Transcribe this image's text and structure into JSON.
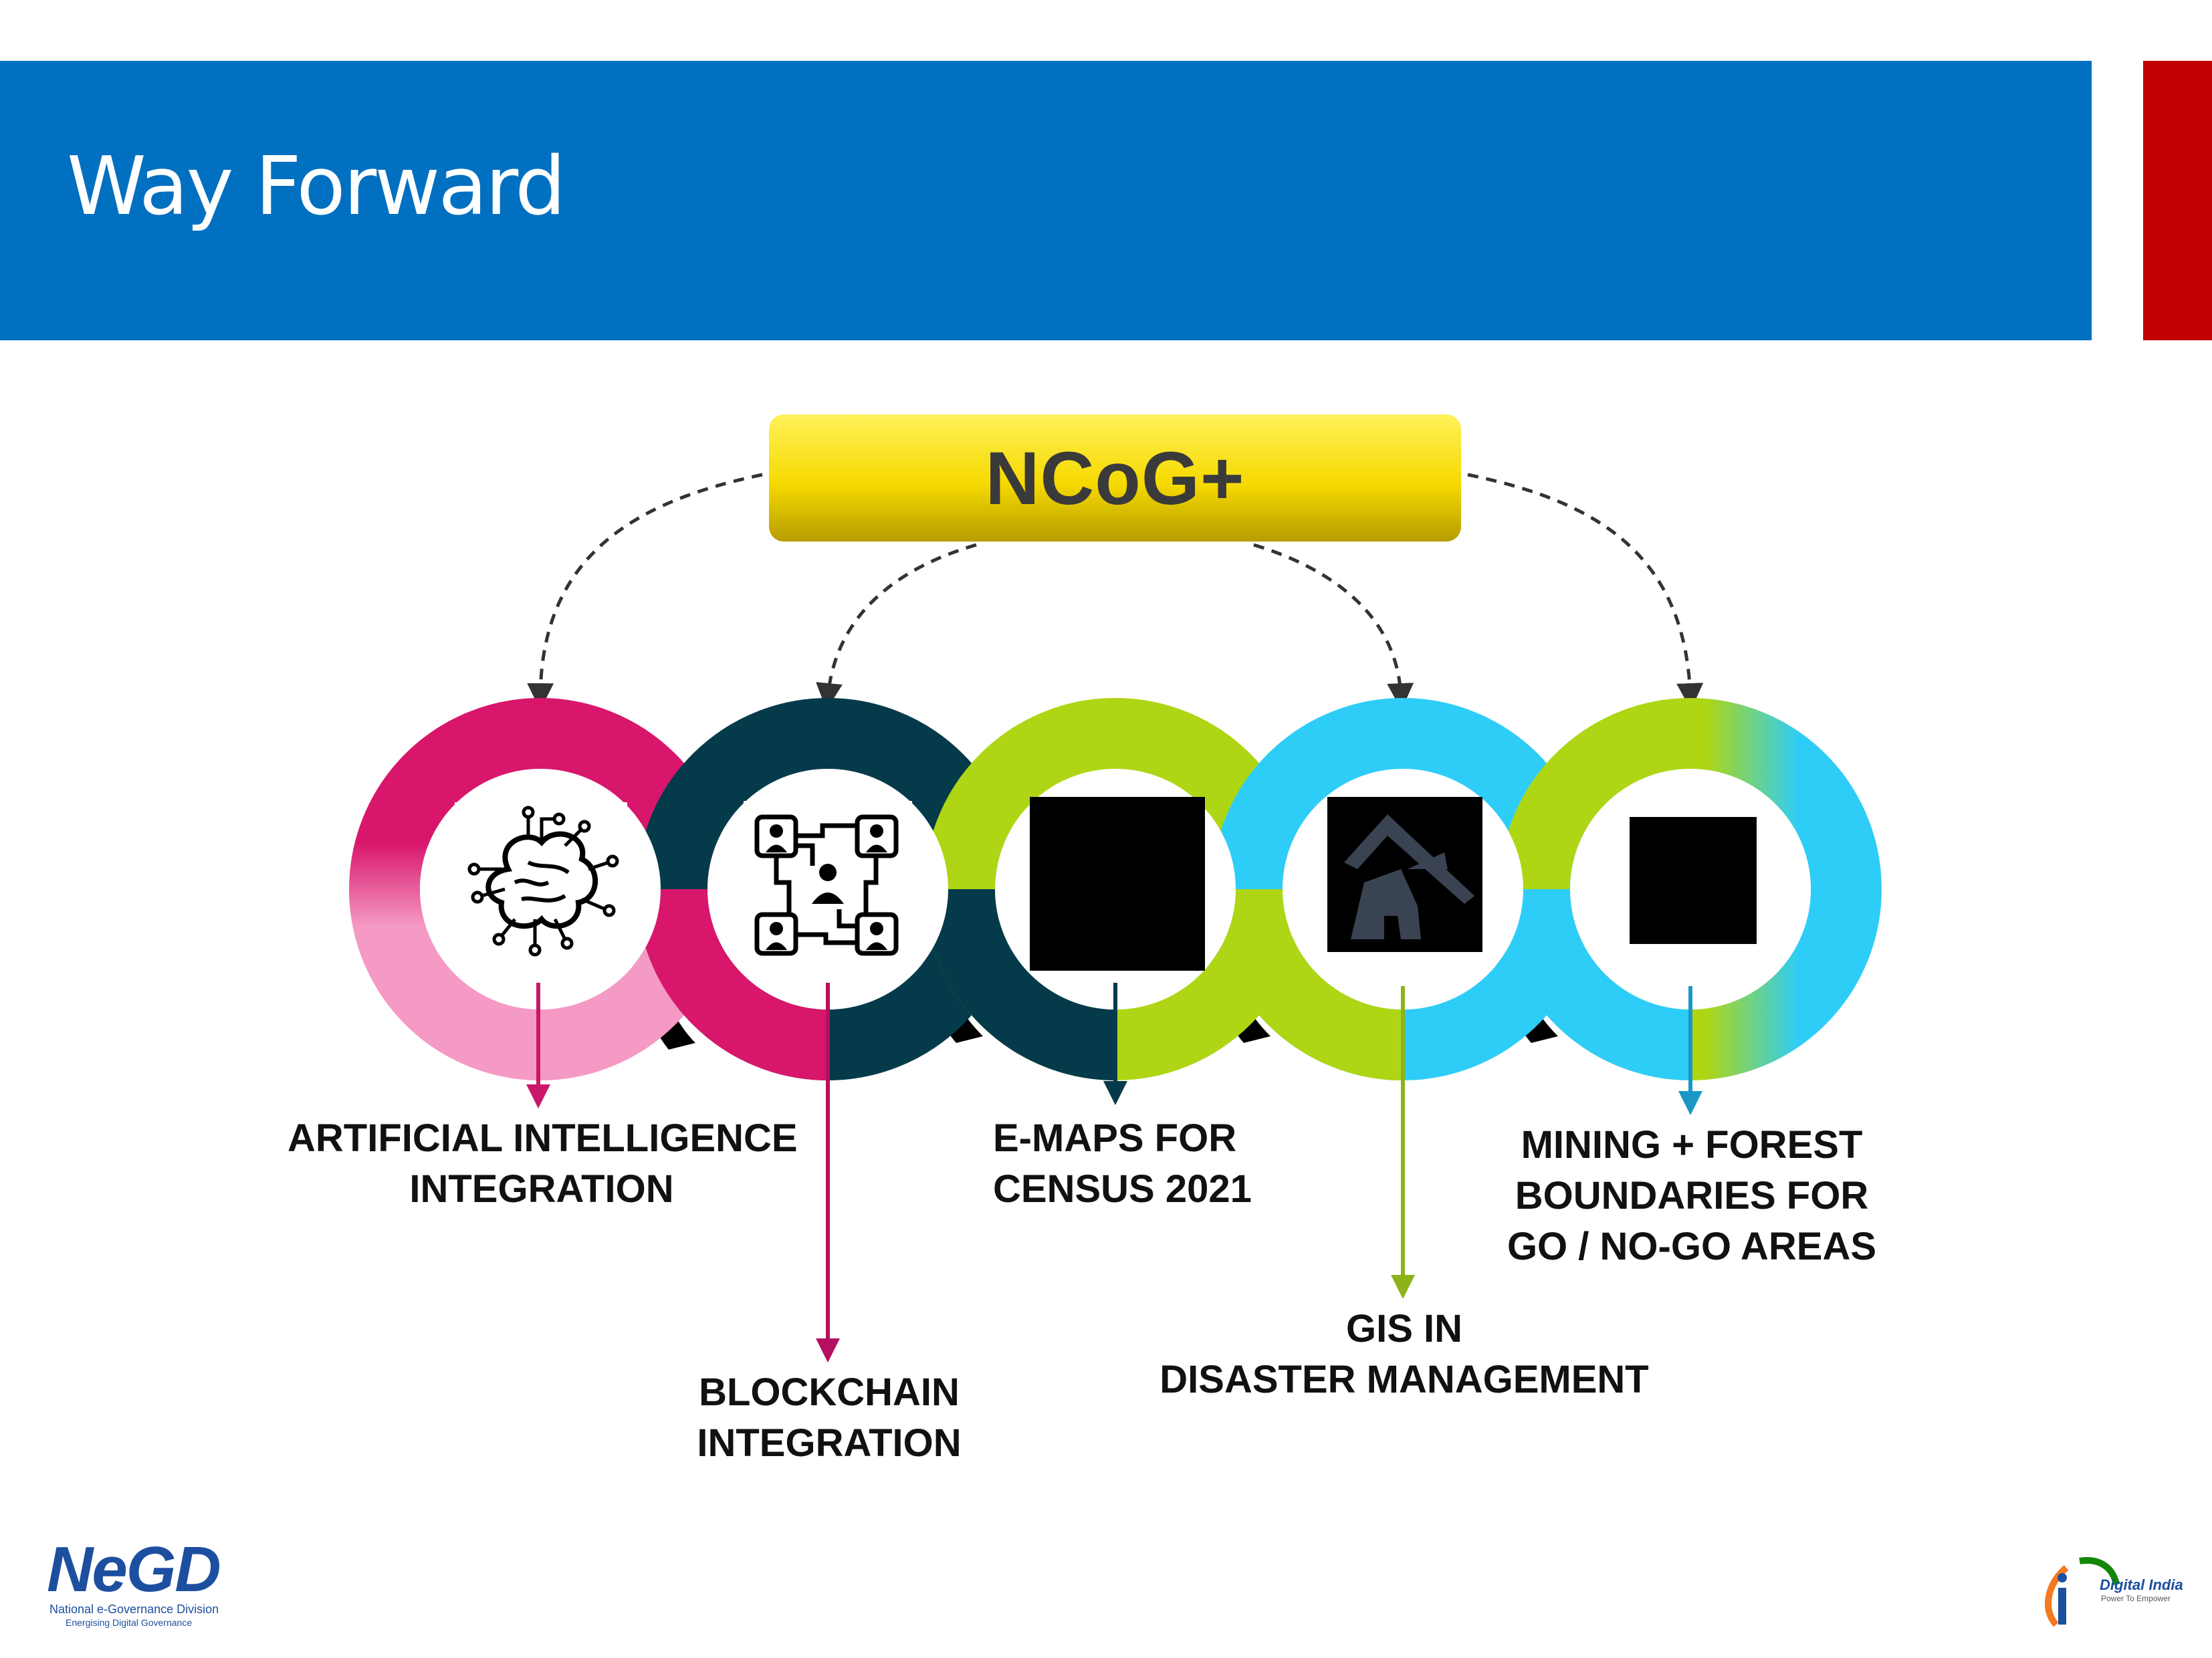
{
  "header": {
    "title": "Way Forward",
    "bar_color": "#0270c1",
    "accent_color": "#c00000"
  },
  "diagram": {
    "center": {
      "label": "NCoG+",
      "color": "#f2d600"
    },
    "nodes": [
      {
        "id": "ai",
        "lines": [
          "ARTIFICIAL INTELLIGENCE",
          "INTEGRATION"
        ],
        "ring_color": "#d8166b",
        "ring_light": "#f59ac4",
        "arrow_color": "#c9186b",
        "icon": "brain-circuit-icon"
      },
      {
        "id": "blockchain",
        "lines": [
          "BLOCKCHAIN",
          "INTEGRATION"
        ],
        "ring_color": "#053a4b",
        "arrow_color": "#b5105f",
        "icon": "blockchain-network-icon"
      },
      {
        "id": "emaps",
        "lines": [
          "E-MAPS FOR",
          "CENSUS 2021"
        ],
        "ring_color": "#aed614",
        "arrow_color": "#053a4b",
        "icon": "map-icon"
      },
      {
        "id": "gis",
        "lines": [
          "GIS IN",
          "DISASTER MANAGEMENT"
        ],
        "ring_color": "#2ecdf8",
        "arrow_color": "#8db31b",
        "icon": "collapsed-house-icon"
      },
      {
        "id": "mining",
        "lines": [
          "MINING + FOREST",
          "BOUNDARIES FOR",
          "GO / NO-GO AREAS"
        ],
        "ring_color": "#aed614",
        "ring_light": "#2ecdf8",
        "arrow_color": "#1a97c4",
        "icon": "forest-mining-icon"
      }
    ]
  },
  "footer": {
    "negd_logo": {
      "mark": "NeGD",
      "line1": "National e-Governance Division",
      "line2": "Energising Digital Governance"
    },
    "digital_india_logo": {
      "text": "Digital India",
      "tagline": "Power To Empower"
    }
  }
}
